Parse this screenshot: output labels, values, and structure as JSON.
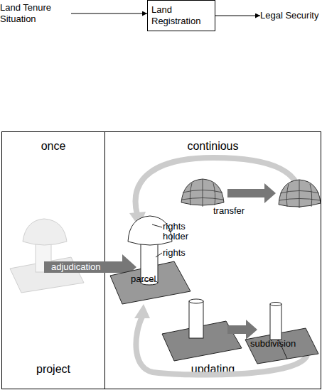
{
  "diagram": {
    "nodes": [
      {
        "text": [
          "Land Tenure Situation"
        ]
      },
      {
        "text": [
          "Land Registration"
        ]
      },
      {
        "text": [
          "Legal Security"
        ]
      },
      {
        "text": [
          "once",
          "project"
        ]
      },
      {
        "text": [
          "continious",
          "updating"
        ]
      }
    ],
    "edges": [
      {
        "from": 0,
        "to": 1,
        "arrow": "to"
      },
      {
        "from": 1,
        "to": 2,
        "arrow": "to"
      }
    ],
    "labels": [
      "adjudication",
      "rights holder",
      "rights",
      "parcel",
      "transfer",
      "subdivision"
    ]
  }
}
